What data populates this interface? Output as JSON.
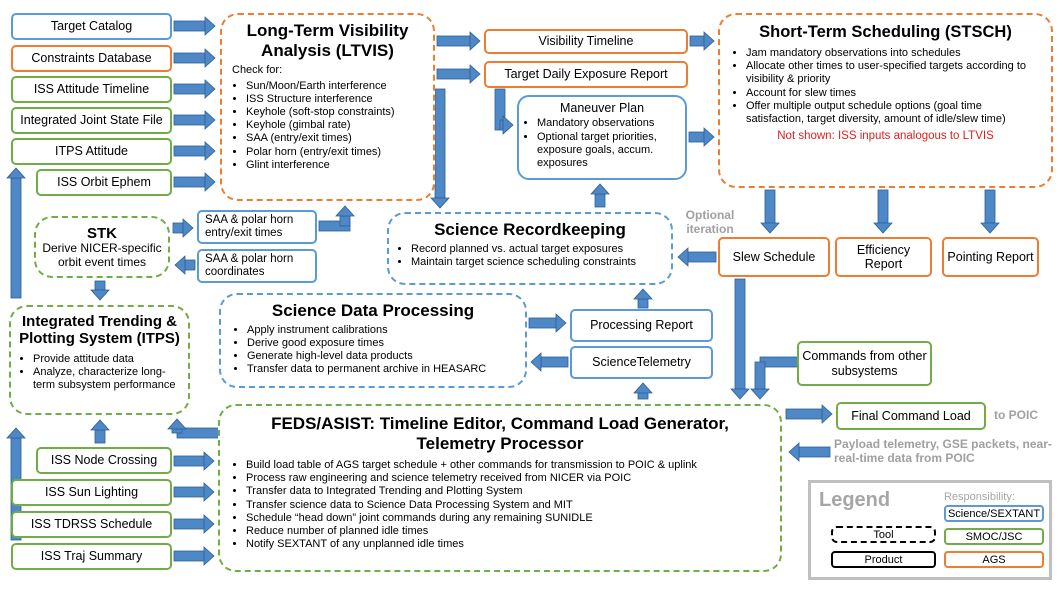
{
  "inputs": {
    "target_catalog": "Target Catalog",
    "constraints_db": "Constraints Database",
    "iss_attitude_timeline": "ISS Attitude Timeline",
    "integrated_joint_state": "Integrated Joint State File",
    "itps_attitude": "ITPS Attitude",
    "iss_orbit_ephem": "ISS Orbit Ephem",
    "iss_node_crossing": "ISS Node Crossing",
    "iss_sun_lighting": "ISS Sun Lighting",
    "iss_tdrss": "ISS TDRSS Schedule",
    "iss_traj": "ISS Traj Summary"
  },
  "ltvis": {
    "title": "Long-Term Visibility Analysis (LTVIS)",
    "check_for": "Check for:",
    "items": [
      "Sun/Moon/Earth interference",
      "ISS Structure interference",
      "Keyhole (soft-stop constraints)",
      "Keyhole (gimbal rate)",
      "SAA (entry/exit times)",
      "Polar horn (entry/exit times)",
      "Glint interference"
    ]
  },
  "stk": {
    "title": "STK",
    "desc": "Derive NICER-specific orbit event times"
  },
  "saa_entry": "SAA & polar horn entry/exit times",
  "saa_coords": "SAA & polar horn coordinates",
  "visibility_timeline": "Visibility Timeline",
  "target_daily": "Target Daily Exposure Report",
  "maneuver": {
    "title": "Maneuver Plan",
    "items": [
      "Mandatory observations",
      "Optional target priorities, exposure goals, accum. exposures"
    ]
  },
  "stsch": {
    "title": "Short-Term Scheduling (STSCH)",
    "items": [
      "Jam mandatory observations into schedules",
      "Allocate other times to user-specified targets according to visibility & priority",
      "Account for slew times",
      "Offer multiple output schedule options (goal time satisfaction, target diversity, amount of idle/slew time)"
    ],
    "note": "Not shown: ISS inputs analogous to LTVIS"
  },
  "optional_iteration": "Optional iteration",
  "science_rk": {
    "title": "Science Recordkeeping",
    "items": [
      "Record planned vs. actual target exposures",
      "Maintain target science scheduling constraints"
    ]
  },
  "slew_schedule": "Slew Schedule",
  "efficiency_report": "Efficiency Report",
  "pointing_report": "Pointing Report",
  "itps": {
    "title": "Integrated Trending & Plotting System (ITPS)",
    "items": [
      "Provide attitude data",
      "Analyze, characterize long-term subsystem performance"
    ]
  },
  "sdp": {
    "title": "Science Data Processing",
    "items": [
      "Apply instrument calibrations",
      "Derive good exposure times",
      "Generate high-level data products",
      "Transfer data to permanent archive in HEASARC"
    ]
  },
  "processing_report": "Processing Report",
  "science_telemetry": "ScienceTelemetry",
  "commands_other": "Commands from other subsystems",
  "feds": {
    "title": "FEDS/ASIST: Timeline Editor, Command Load Generator, Telemetry Processor",
    "items": [
      "Build load table of AGS target schedule + other commands for transmission to POIC & uplink",
      "Process raw engineering and science telemetry received from NICER via POIC",
      "Transfer data to Integrated Trending and Plotting System",
      "Transfer science data to Science Data Processing System and MIT",
      "Schedule “head down” joint commands during any remaining SUNIDLE",
      "Reduce number of planned idle times",
      "Notify SEXTANT of any unplanned idle times"
    ]
  },
  "final_command_load": "Final Command Load",
  "to_poic": "to POIC",
  "payload_telemetry": "Payload telemetry, GSE packets, near-real-time data from POIC",
  "legend": {
    "title": "Legend",
    "responsibility": "Responsibility:",
    "tool": "Tool",
    "product": "Product",
    "science_sextant": "Science/SEXTANT",
    "smoc_jsc": "SMOC/JSC",
    "ags": "AGS"
  },
  "colors": {
    "blue": "#5b9bd5",
    "orange": "#ed7d31",
    "green": "#70ad47",
    "red": "#e02020",
    "gray": "#a0a0a0"
  }
}
